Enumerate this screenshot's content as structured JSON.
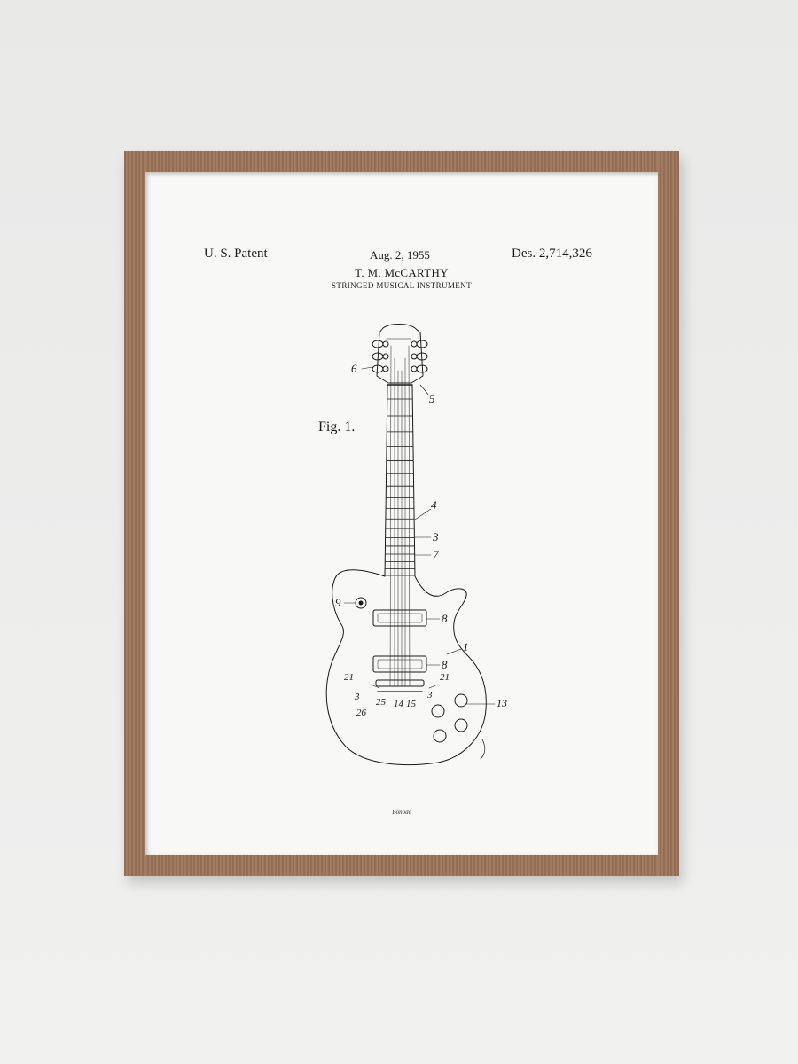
{
  "poster": {
    "header_left": "U. S. Patent",
    "header_center": "Aug. 2, 1955",
    "header_right": "Des. 2,714,326",
    "inventor": "T. M. McCARTHY",
    "subtitle": "STRINGED MUSICAL INSTRUMENT",
    "figure_label": "Fig. 1.",
    "signature": "Bonode"
  },
  "callouts": [
    "6",
    "5",
    "4",
    "3",
    "7",
    "9",
    "8",
    "8",
    "1",
    "21",
    "21",
    "3",
    "3",
    "25",
    "14",
    "15",
    "26",
    "13"
  ],
  "colors": {
    "wall": "#ededec",
    "frame_wood": "#9b7358",
    "paper": "#f8f8f6",
    "ink": "#1a1a1a"
  }
}
